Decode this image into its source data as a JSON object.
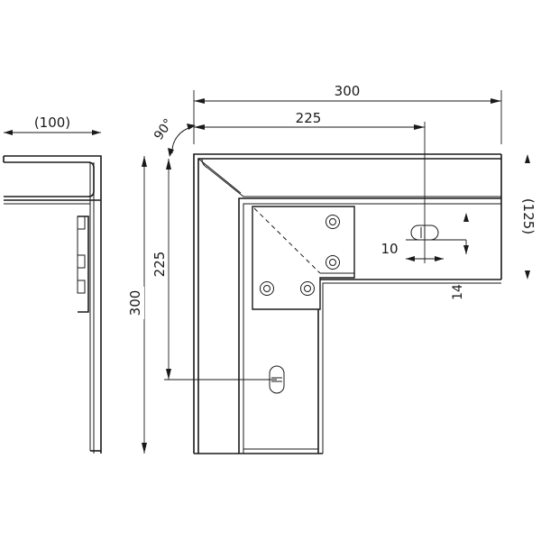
{
  "dimensions": {
    "side_width": "(100)",
    "total_width": "300",
    "inner_width": "225",
    "angle": "90°",
    "total_height": "300",
    "inner_height": "225",
    "depth": "(125)",
    "slot_width": "10",
    "offset": "14"
  }
}
